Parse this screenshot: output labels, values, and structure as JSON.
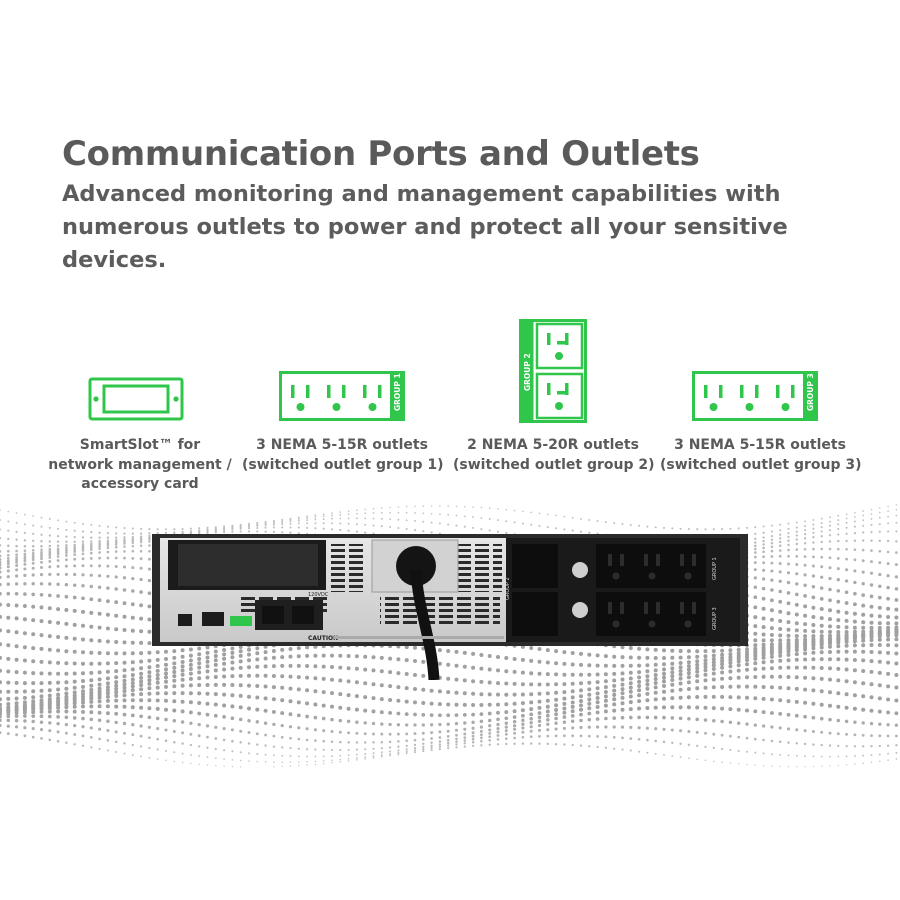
{
  "headline": "Communication Ports and Outlets",
  "subtitle": "Advanced monitoring and management capabilities with numerous outlets to power and protect all your sensitive devices.",
  "accent_color": "#2fc64b",
  "features": [
    {
      "icon": "smartslot-card-icon",
      "lines": [
        "SmartSlot™ for",
        "network management /",
        "accessory card"
      ]
    },
    {
      "icon": "nema-5-15r-outlet-strip-icon",
      "badge": "GROUP 1",
      "lines": [
        "3 NEMA 5-15R outlets",
        "(switched outlet group 1)"
      ]
    },
    {
      "icon": "nema-5-20r-outlet-pair-icon",
      "badge": "GROUP 2",
      "lines": [
        "2 NEMA 5-20R outlets",
        "(switched outlet group 2)"
      ]
    },
    {
      "icon": "nema-5-15r-outlet-strip-icon",
      "badge": "GROUP 3",
      "lines": [
        "3 NEMA 5-15R outlets",
        "(switched outlet group 3)"
      ]
    }
  ],
  "device": {
    "icon": "ups-rear-panel-image",
    "labels": {
      "group1": "GROUP 1",
      "group2": "GROUP 2",
      "group3": "GROUP 3",
      "caution": "CAUTION",
      "voltage": "120VDC"
    }
  }
}
